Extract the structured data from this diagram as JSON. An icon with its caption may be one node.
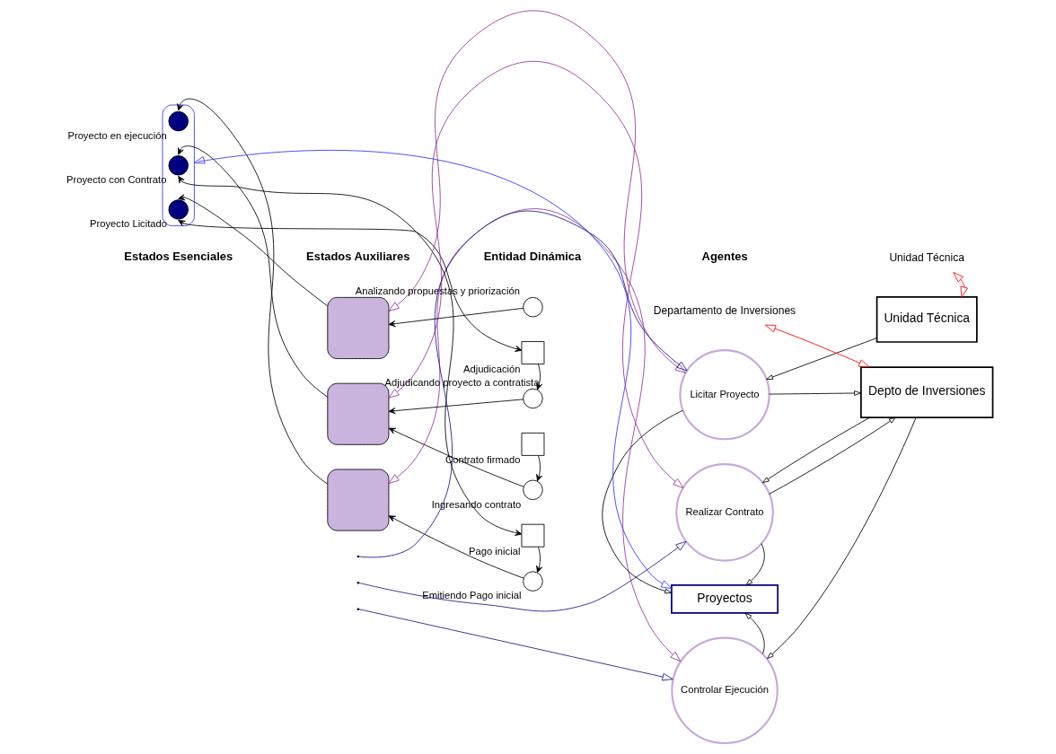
{
  "diagram": {
    "nodes": [
      {
        "text": [],
        "shape": "ellipse"
      },
      {
        "text": [],
        "shape": "circle",
        "in": 0,
        "beside": [
          "Proyecto Licitado"
        ]
      },
      {
        "text": [],
        "shape": "circle",
        "in": 0,
        "beside": [
          "Proyecto con Contrato"
        ]
      },
      {
        "text": [],
        "shape": "circle",
        "in": 0,
        "beside": [
          "Proyecto en ejecución"
        ]
      },
      {
        "text": [],
        "shape": "box"
      },
      {
        "text": [],
        "shape": "box"
      },
      {
        "text": [],
        "shape": "box"
      },
      {
        "text": [],
        "shape": "circle",
        "beside": [
          "Analizando propuestas y priorización"
        ]
      },
      {
        "text": [],
        "shape": "box",
        "beside": [
          "Adjudicación"
        ]
      },
      {
        "text": [],
        "shape": "circle",
        "beside": [
          "Adjudicando proyecto a contratista"
        ]
      },
      {
        "text": [],
        "shape": "box",
        "beside": [
          "Contrato firmado"
        ]
      },
      {
        "text": [],
        "shape": "circle",
        "beside": [
          "Ingresando contrato"
        ]
      },
      {
        "text": [],
        "shape": "box",
        "beside": [
          "Pago inicial"
        ]
      },
      {
        "text": [],
        "shape": "circle",
        "beside": [
          "Emitiendo Pago inicial"
        ]
      },
      {
        "text": [
          "Unidad Técnica"
        ]
      },
      {
        "text": [
          "Depto de Inversiones"
        ]
      },
      {
        "text": [
          "Licitar Proyecto"
        ]
      },
      {
        "text": [
          "Realizar Contrato"
        ]
      },
      {
        "text": [
          "Proyectos"
        ]
      },
      {
        "text": [
          "Controlar Ejecución"
        ]
      },
      {
        "text": [
          "Departamento de Inversiones"
        ]
      },
      {
        "text": [
          "Unidad Técnica"
        ]
      }
    ],
    "edges": [
      {
        "from": 7,
        "to": 4,
        "arrow": "to"
      },
      {
        "from": 4,
        "to": 1,
        "arrow": "to"
      },
      {
        "from": 1,
        "to": 8,
        "arrow": "both"
      },
      {
        "from": 8,
        "to": 9,
        "arrow": "to"
      },
      {
        "from": 9,
        "to": 5,
        "arrow": "to"
      },
      {
        "from": 5,
        "to": 2,
        "arrow": "to"
      },
      {
        "from": 10,
        "to": 11,
        "arrow": "to"
      },
      {
        "from": 11,
        "to": 5,
        "arrow": "to"
      },
      {
        "from": 2,
        "to": 12,
        "arrow": "both"
      },
      {
        "from": 12,
        "to": 13,
        "arrow": "to"
      },
      {
        "from": 13,
        "to": 6,
        "arrow": "to"
      },
      {
        "from": 6,
        "to": 3,
        "arrow": "to"
      },
      {
        "from": 4,
        "to": 16,
        "arrow": "both",
        "color": "#993399"
      },
      {
        "from": 5,
        "to": 17,
        "arrow": "both",
        "color": "#993399"
      },
      {
        "from": 6,
        "to": 19,
        "arrow": "both",
        "color": "#993399"
      },
      {
        "from": null,
        "to": 16,
        "arrow": "to",
        "color": "#1a1a8c"
      },
      {
        "from": null,
        "to": 17,
        "arrow": "to",
        "color": "#1a1a8c"
      },
      {
        "from": null,
        "to": 19,
        "arrow": "to",
        "color": "#1a1a8c"
      },
      {
        "from": 18,
        "to": 0,
        "arrow": "both",
        "color": "#3333ff"
      },
      {
        "from": 20,
        "to": 15,
        "arrow": "both",
        "color": "#ff0000"
      },
      {
        "from": 21,
        "to": 14,
        "arrow": "both",
        "color": "#ff0000"
      },
      {
        "from": 14,
        "to": 16,
        "arrow": "to"
      },
      {
        "from": 16,
        "to": 15,
        "arrow": "to"
      },
      {
        "from": 15,
        "to": 17,
        "arrow": "to"
      },
      {
        "from": 17,
        "to": 15,
        "arrow": "to"
      },
      {
        "from": 15,
        "to": 19,
        "arrow": "to"
      },
      {
        "from": 16,
        "to": 18,
        "arrow": "to"
      },
      {
        "from": 17,
        "to": 18,
        "arrow": "to"
      },
      {
        "from": 19,
        "to": 18,
        "arrow": "to"
      }
    ],
    "labels": [
      "Entidad Dinámica",
      "Agentes",
      "Estados Esenciales",
      "Estados Auxiliares"
    ]
  }
}
